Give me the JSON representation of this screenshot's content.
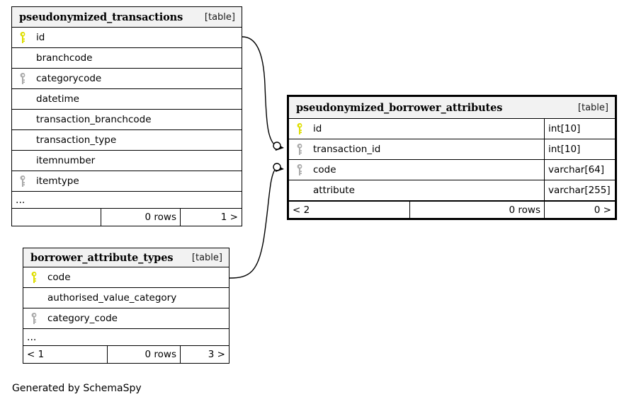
{
  "diagram": {
    "generated_by": "Generated by SchemaSpy",
    "key_icon_primary": "primary-key-icon",
    "key_icon_foreign": "foreign-key-icon",
    "colors": {
      "primary_key": "#dede00",
      "foreign_key": "#aaaaaa",
      "header_bg": "#f2f2f2",
      "border": "#000000",
      "background": "#ffffff"
    }
  },
  "tables": [
    {
      "id": "pseudonymized_transactions",
      "title": "pseudonymized_transactions",
      "kind": "[table]",
      "focused": false,
      "has_ellipsis": true,
      "ellipsis": "...",
      "columns": [
        {
          "name": "id",
          "key": "primary",
          "type": ""
        },
        {
          "name": "branchcode",
          "key": "none",
          "type": ""
        },
        {
          "name": "categorycode",
          "key": "foreign",
          "type": ""
        },
        {
          "name": "datetime",
          "key": "none",
          "type": ""
        },
        {
          "name": "transaction_branchcode",
          "key": "none",
          "type": ""
        },
        {
          "name": "transaction_type",
          "key": "none",
          "type": ""
        },
        {
          "name": "itemnumber",
          "key": "none",
          "type": ""
        },
        {
          "name": "itemtype",
          "key": "foreign",
          "type": ""
        }
      ],
      "footer": {
        "left": "",
        "middle": "0 rows",
        "right": "1 >"
      }
    },
    {
      "id": "pseudonymized_borrower_attributes",
      "title": "pseudonymized_borrower_attributes",
      "kind": "[table]",
      "focused": true,
      "has_ellipsis": false,
      "ellipsis": "",
      "columns": [
        {
          "name": "id",
          "key": "primary",
          "type": "int[10]"
        },
        {
          "name": "transaction_id",
          "key": "foreign",
          "type": "int[10]"
        },
        {
          "name": "code",
          "key": "foreign",
          "type": "varchar[64]"
        },
        {
          "name": "attribute",
          "key": "none",
          "type": "varchar[255]"
        }
      ],
      "footer": {
        "left": "< 2",
        "middle": "0 rows",
        "right": "0 >"
      }
    },
    {
      "id": "borrower_attribute_types",
      "title": "borrower_attribute_types",
      "kind": "[table]",
      "focused": false,
      "has_ellipsis": true,
      "ellipsis": "...",
      "columns": [
        {
          "name": "code",
          "key": "primary",
          "type": ""
        },
        {
          "name": "authorised_value_category",
          "key": "none",
          "type": ""
        },
        {
          "name": "category_code",
          "key": "foreign",
          "type": ""
        }
      ],
      "footer": {
        "left": "< 1",
        "middle": "0 rows",
        "right": "3 >"
      }
    }
  ],
  "relationships": [
    {
      "name": "transactions-to-borrower-attributes",
      "from_table": "pseudonymized_transactions",
      "from_column": "id",
      "to_table": "pseudonymized_borrower_attributes",
      "to_column": "transaction_id"
    },
    {
      "name": "attribute-types-to-borrower-attributes",
      "from_table": "borrower_attribute_types",
      "from_column": "code",
      "to_table": "pseudonymized_borrower_attributes",
      "to_column": "code"
    }
  ]
}
